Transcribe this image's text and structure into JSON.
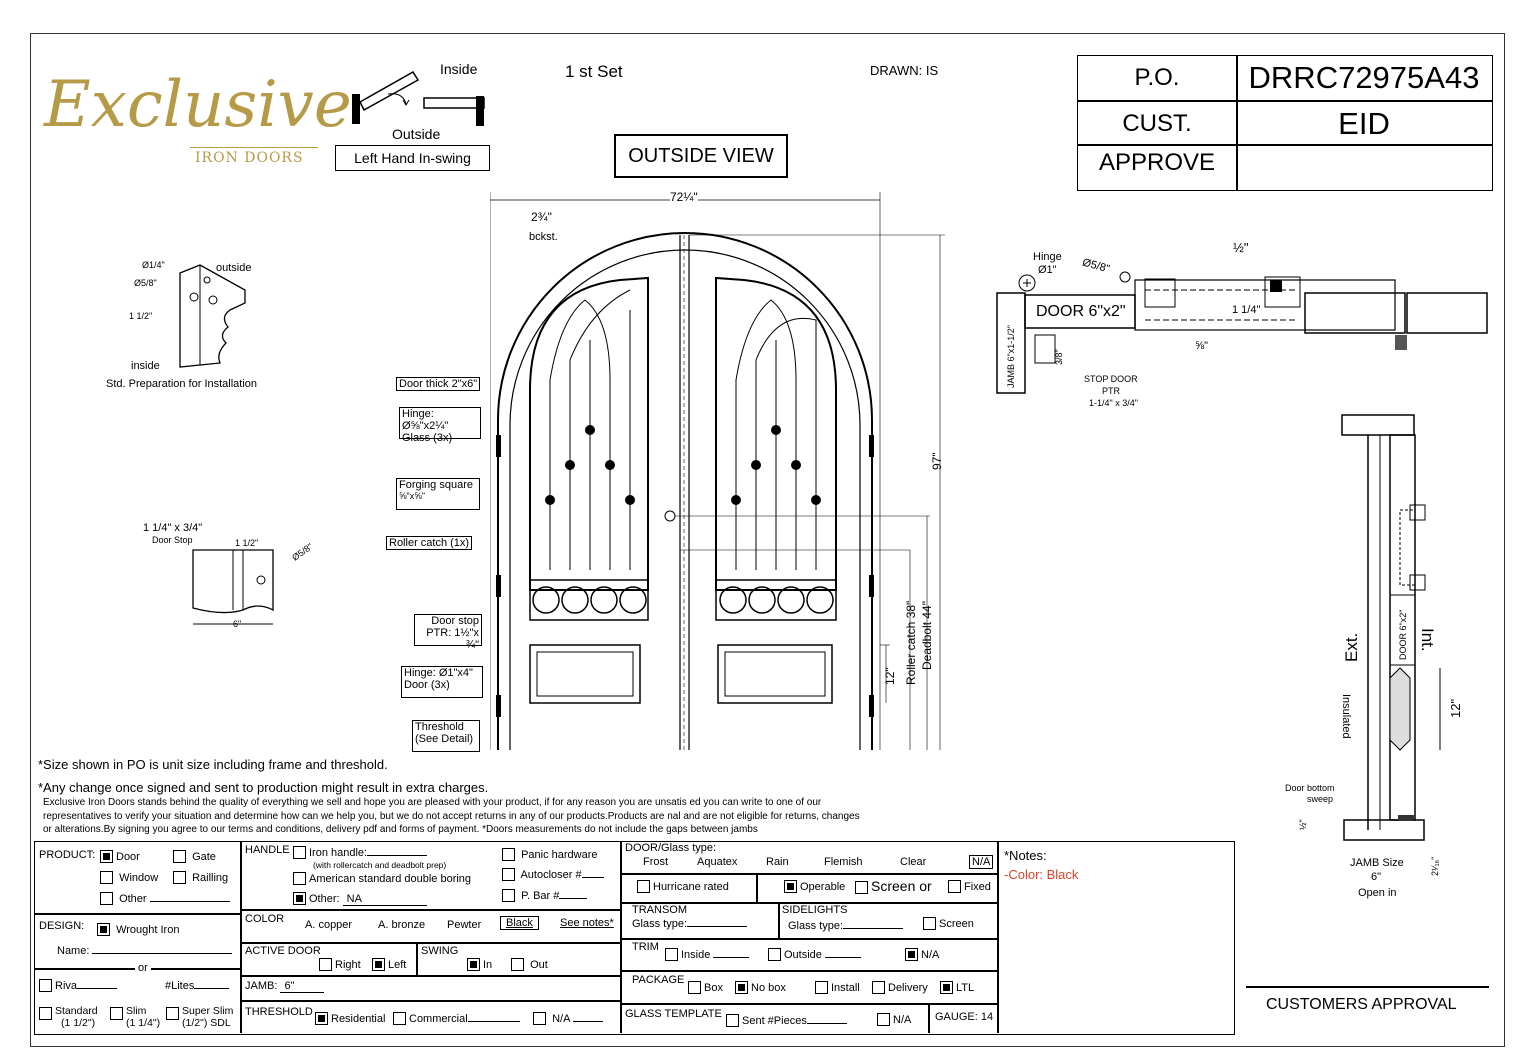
{
  "header": {
    "logo_main": "Exclusive",
    "logo_sub": "IRON DOORS",
    "inside_label": "Inside",
    "outside_label": "Outside",
    "swing_label": "Left Hand In-swing",
    "set_label": "1 st Set",
    "drawn_label": "DRAWN: IS",
    "view_title": "OUTSIDE VIEW"
  },
  "po_table": {
    "po_label": "P.O.",
    "po_value": "DRRC72975A43",
    "cust_label": "CUST.",
    "cust_value": "EID",
    "approve_label": "APPROVE",
    "approve_value": ""
  },
  "left_details": {
    "hinge_dia": "Ø1/4\"",
    "outside": "outside",
    "dia58": "Ø5/8\"",
    "dim112": "1 1/2\"",
    "inside": "inside",
    "prep_caption": "Std. Preparation for Installation",
    "stop_size": "1 1/4\" x 3/4\"",
    "door_stop": "Door Stop",
    "stop_112": "1 1/2\"",
    "stop_dia": "Ø5/8\"",
    "stop_width": "6\""
  },
  "door_callouts": {
    "width_total": "72¼\"",
    "backset": "2¾\"",
    "backset_label": "bckst.",
    "door_thick": "Door thick 2\"x6\"",
    "hinge_glass_1": "Hinge: Ø⅝\"x2¼\"",
    "hinge_glass_2": "Glass (3x)",
    "forging_1": "Forging square",
    "forging_2": "⅝\"x⅝\"",
    "roller": "Roller catch  (1x)",
    "stop_1": "Door stop",
    "stop_2": "PTR: 1½\"x ¾\"",
    "hinge_door_1": "Hinge: Ø1\"x4\"",
    "hinge_door_2": "Door (3x)",
    "threshold_1": "Threshold",
    "threshold_2": "(See Detail)",
    "height": "97\"",
    "roller_h": "Roller catch 38\"",
    "deadbolt_h": "Deadbolt 44\"",
    "panel_h": "12\""
  },
  "top_section": {
    "hinge": "Hinge",
    "hinge_dia": "Ø1\"",
    "dia58": "Ø5/8\"",
    "half": "½\"",
    "door": "DOOR 6\"x2\"",
    "dim114": "1 1/4\"",
    "fivesixteen": "⅝\"",
    "jamb": "JAMB 6\"x1-1/2\"",
    "threeeighth": "3/8\"",
    "stop1": "STOP DOOR",
    "stop2": "PTR",
    "stop3": "1-1/4\" x 3/4\""
  },
  "side_section": {
    "ext": "Ext.",
    "int": "Int.",
    "door": "DOOR 6\"x2\"",
    "insulated": "Insulated",
    "panel": "12\"",
    "sweep1": "Door bottom",
    "sweep2": "sweep",
    "dim_half": "½\"",
    "dim_216": "2¹⁄₁₆\"",
    "jamb_size": "JAMB Size",
    "jamb_val": "6\"",
    "open_in": "Open in"
  },
  "notes": {
    "size_note": "*Size shown in PO is unit size including frame and threshold.",
    "change_note": "*Any change once signed and sent to production might result in extra charges.",
    "legal_1": "Exclusive Iron Doors stands behind the quality of everything we sell and hope you are pleased with your product, if for any reason you are unsatis    ed you can write to one of our",
    "legal_2": "representatives to verify your situation and determine how can we help you, but we do not accept returns in any of our products.Products are     nal and are not eligible for returns, changes",
    "legal_3": "or alterations.By signing you agree to our terms and conditions, delivery pdf and forms of payment. *Doors measurements do not include the gaps between jambs"
  },
  "form": {
    "product_label": "PRODUCT:",
    "door": "Door",
    "gate": "Gate",
    "window": "Window",
    "railing": "Railling",
    "other": "Other",
    "design_label": "DESIGN:",
    "wrought": "Wrought Iron",
    "name_label": "Name:",
    "or": "or",
    "riva": "Riva",
    "lites": "#Lites",
    "standard_1": "Standard",
    "standard_2": "(1 1/2\")",
    "slim_1": "Slim",
    "slim_2": "(1 1/4\")",
    "super_1": "Super Slim",
    "super_2": "(1/2\") SDL",
    "handle_label": "HANDLE",
    "iron_handle": "Iron handle:",
    "iron_handle_sub": "(with rollercatch and deadbolt prep)",
    "american": "American standard double boring",
    "other_lbl": "Other:",
    "other_val": "NA",
    "panic": "Panic hardware",
    "autocloser": "Autocloser #",
    "pbar": "P. Bar #",
    "color_label": "COLOR",
    "copper": "A. copper",
    "bronze": "A. bronze",
    "pewter": "Pewter",
    "black": "Black",
    "see_notes": "See notes*",
    "active_label": "ACTIVE DOOR",
    "right": "Right",
    "left": "Left",
    "swing_label": "SWING",
    "in": "In",
    "out": "Out",
    "jamb_label": "JAMB:",
    "jamb_val": "6\"",
    "threshold_label": "THRESHOLD",
    "residential": "Residential",
    "commercial": "Commercial",
    "na": "N/A",
    "glass_label": "DOOR/Glass type:",
    "frost": "Frost",
    "aquatex": "Aquatex",
    "rain": "Rain",
    "flemish": "Flemish",
    "clear": "Clear",
    "na_box": "N/A",
    "hurricane": "Hurricane rated",
    "operable": "Operable",
    "screen_or": "Screen or",
    "fixed": "Fixed",
    "transom": "TRANSOM",
    "transom_glass": "Glass type:",
    "sidelights": "SIDELIGHTS",
    "side_glass": "Glass type:",
    "screen": "Screen",
    "trim": "TRIM",
    "inside": "Inside",
    "outside": "Outside",
    "trim_na": "N/A",
    "package": "PACKAGE",
    "box": "Box",
    "nobox": "No box",
    "install": "Install",
    "delivery": "Delivery",
    "ltl": "LTL",
    "template": "GLASS TEMPLATE",
    "sent": "Sent #Pieces",
    "tmpl_na": "N/A",
    "gauge": "GAUGE: 14",
    "notes_label": "*Notes:",
    "notes_color": "-Color: Black",
    "approval": "CUSTOMERS APPROVAL"
  },
  "colors": {
    "logo_gold": "#b59a48",
    "note_red": "#d9442a"
  }
}
